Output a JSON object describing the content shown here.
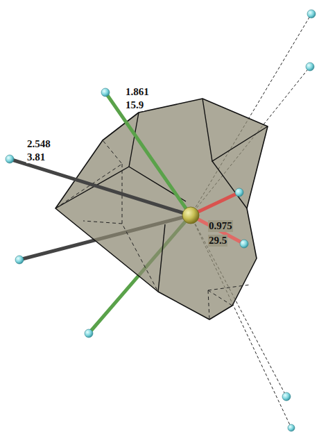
{
  "diagram": {
    "labels": [
      "1.861",
      "15.9",
      "2.548",
      "3.81",
      "0.975",
      "29.5"
    ]
  }
}
